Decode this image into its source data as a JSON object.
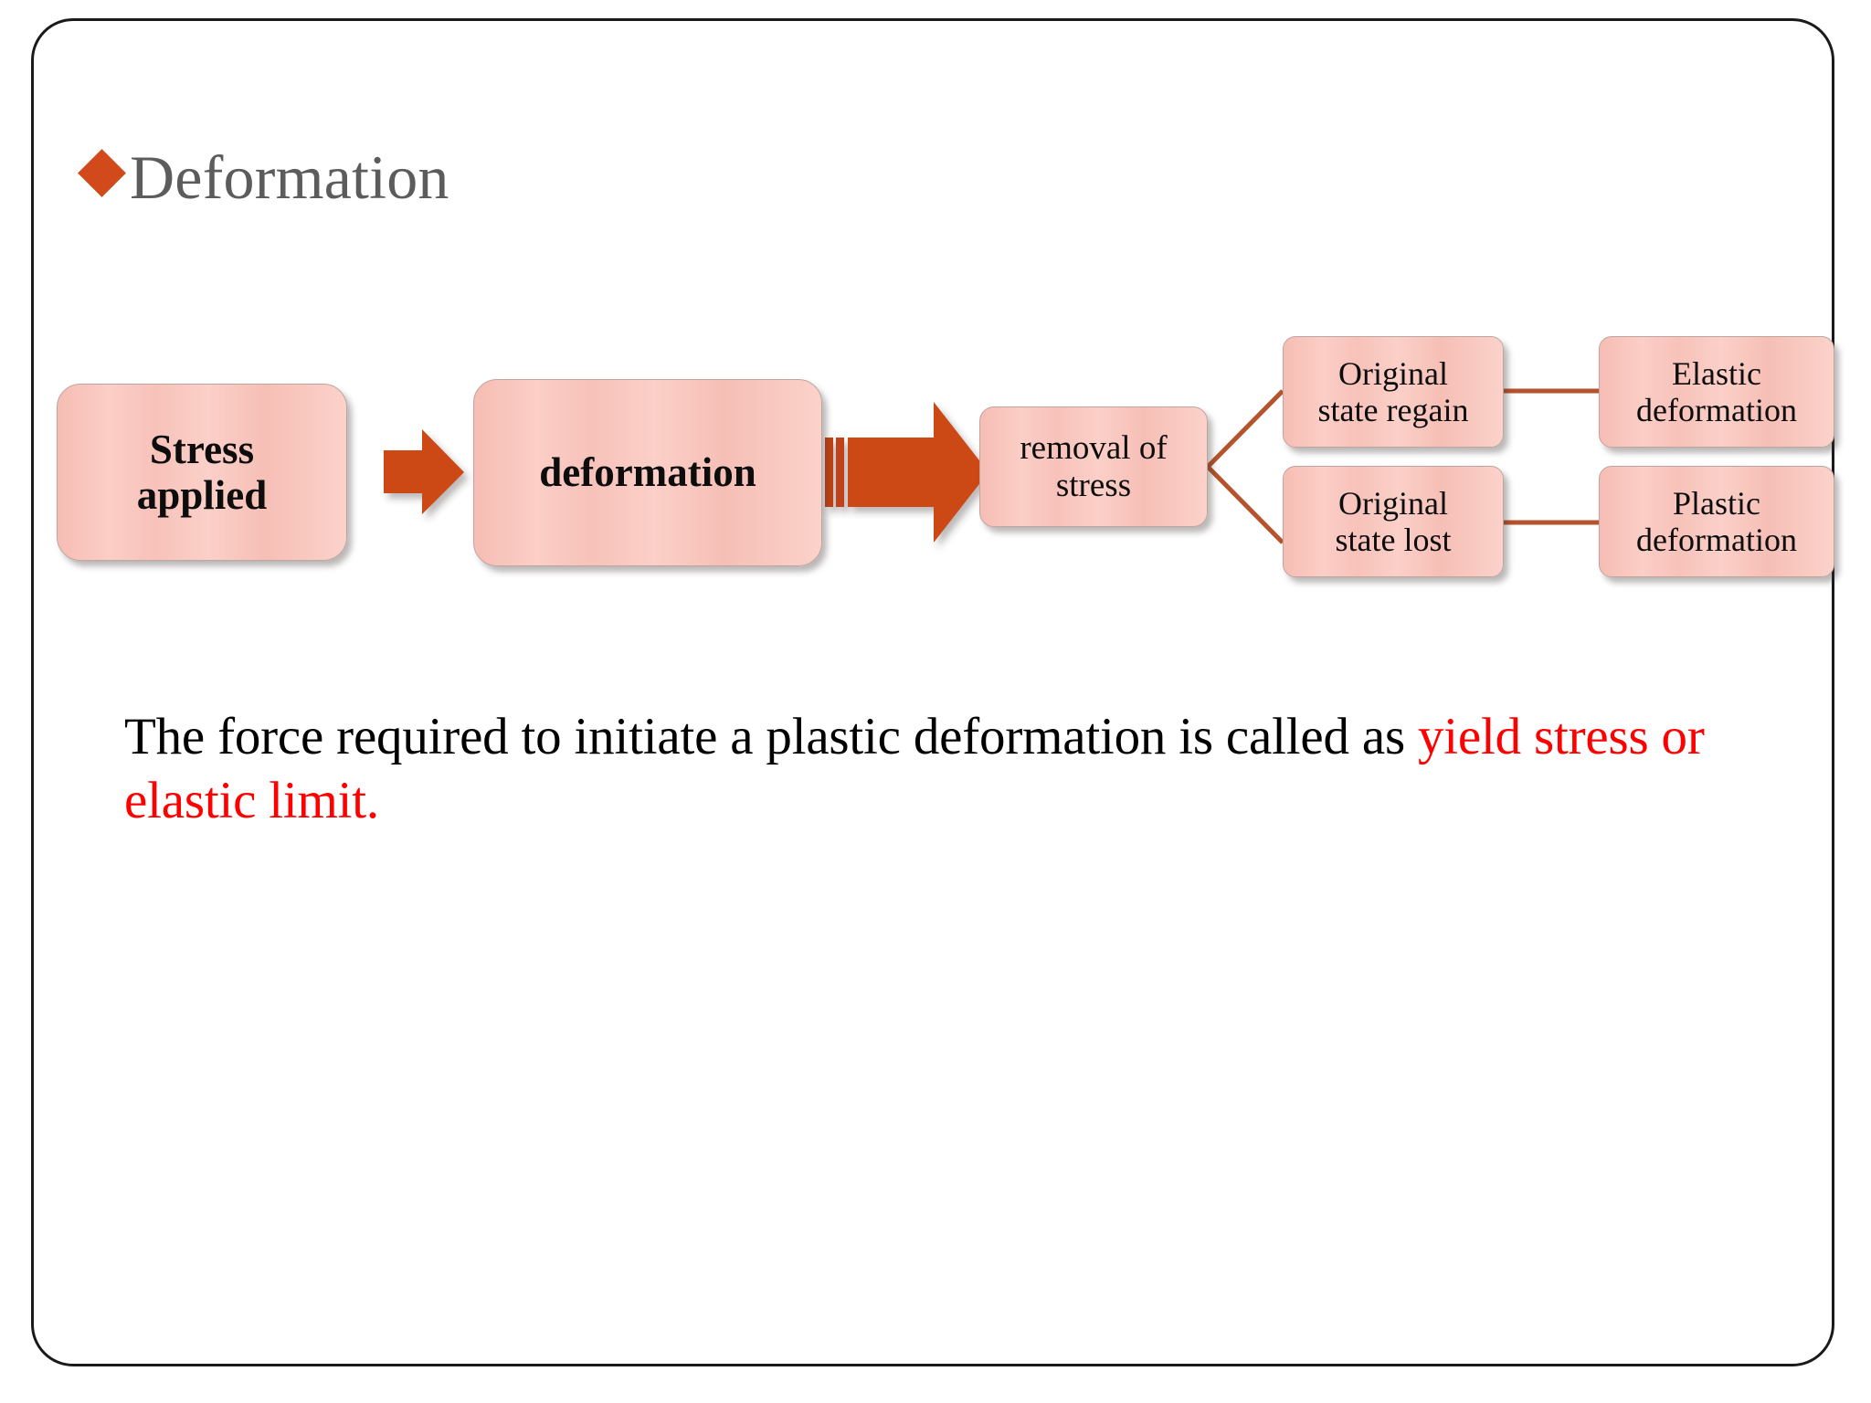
{
  "slide": {
    "title": "Deformation",
    "title_bullet_icon": "diamond-bullet-icon",
    "accent_color": "#d2491b",
    "title_color": "#5c5c5c",
    "box_fill_color": "#f9c9c0",
    "connector_color": "#b5532c",
    "arrow_color": "#cc4a17",
    "highlight_color": "#ff0000"
  },
  "flowchart": {
    "boxes": {
      "stress_applied": "Stress\napplied",
      "stress_applied_line1": "Stress",
      "stress_applied_line2": "applied",
      "deformation": "deformation",
      "removal_of_stress_line1": "removal of",
      "removal_of_stress_line2": "stress",
      "original_state_regain_line1": "Original",
      "original_state_regain_line2": "state regain",
      "original_state_lost_line1": "Original",
      "original_state_lost_line2": "state lost",
      "elastic_deformation_line1": "Elastic",
      "elastic_deformation_line2": "deformation",
      "plastic_deformation_line1": "Plastic",
      "plastic_deformation_line2": "deformation"
    },
    "connectors": [
      {
        "name": "arrow-stress-to-deformation",
        "type": "block-arrow"
      },
      {
        "name": "arrow-deformation-to-removal",
        "type": "block-arrow-striped"
      },
      {
        "name": "branch-removal-to-regain",
        "type": "line"
      },
      {
        "name": "branch-removal-to-lost",
        "type": "line"
      },
      {
        "name": "line-regain-to-elastic",
        "type": "line"
      },
      {
        "name": "line-lost-to-plastic",
        "type": "line"
      }
    ]
  },
  "body": {
    "bullet_icon": "round-bullet-icon",
    "text_part1": "The force required to initiate a plastic deformation is called as ",
    "text_highlight1": "yield stress",
    "text_highlight2": "or elastic limit."
  }
}
